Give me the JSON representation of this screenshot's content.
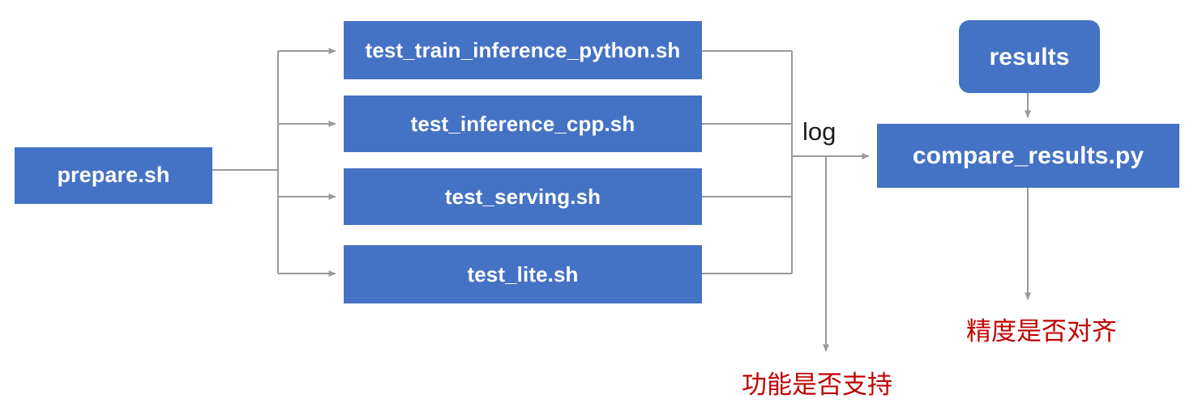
{
  "diagram": {
    "type": "flowchart",
    "title": "",
    "colors": {
      "node_fill": "#4472C4",
      "node_text": "#FFFFFF",
      "connector": "#999999",
      "note_text": "#C00000",
      "background": "#FFFFFF"
    },
    "nodes": [
      {
        "id": "prepare",
        "label": "prepare.sh",
        "shape": "rect"
      },
      {
        "id": "train",
        "label": "test_train_inference_python.sh",
        "shape": "rect"
      },
      {
        "id": "cpp",
        "label": "test_inference_cpp.sh",
        "shape": "rect"
      },
      {
        "id": "serving",
        "label": "test_serving.sh",
        "shape": "rect"
      },
      {
        "id": "lite",
        "label": "test_lite.sh",
        "shape": "rect"
      },
      {
        "id": "results",
        "label": "results",
        "shape": "rounded-rect"
      },
      {
        "id": "compare",
        "label": "compare_results.py",
        "shape": "rect"
      }
    ],
    "edge_labels": [
      {
        "id": "log",
        "label": "log"
      }
    ],
    "notes": [
      {
        "id": "function-supported",
        "label": "功能是否支持"
      },
      {
        "id": "accuracy-aligned",
        "label": "精度是否对齐"
      }
    ],
    "edges": [
      {
        "from": "prepare",
        "to": "train"
      },
      {
        "from": "prepare",
        "to": "cpp"
      },
      {
        "from": "prepare",
        "to": "serving"
      },
      {
        "from": "prepare",
        "to": "lite"
      },
      {
        "from": "train",
        "to": "compare",
        "label": "log"
      },
      {
        "from": "cpp",
        "to": "compare",
        "label": "log"
      },
      {
        "from": "serving",
        "to": "compare",
        "label": "log"
      },
      {
        "from": "lite",
        "to": "compare",
        "label": "log"
      },
      {
        "from": "log-bus",
        "to": "function-supported"
      },
      {
        "from": "results",
        "to": "compare"
      },
      {
        "from": "compare",
        "to": "accuracy-aligned"
      }
    ]
  }
}
